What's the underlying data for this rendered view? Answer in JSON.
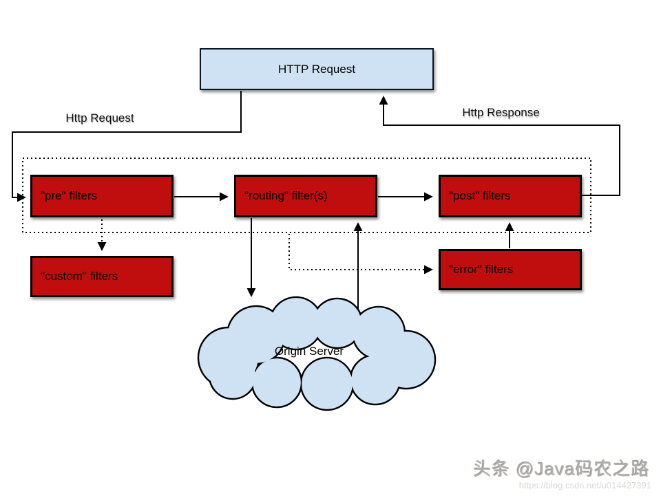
{
  "title": "Zuul filter flow diagram",
  "colors": {
    "node_fill_blue": "#cfe2f3",
    "node_fill_red": "#c00d0d",
    "node_border": "#000000",
    "connector": "#000000",
    "background": "#ffffff",
    "watermark_gray": "#b3b0ad"
  },
  "nodes": {
    "http_request": {
      "label": "HTTP Request"
    },
    "pre_filters": {
      "label": "\"pre\" filters"
    },
    "routing_filters": {
      "label": "\"routing\" filter(s)"
    },
    "post_filters": {
      "label": "\"post\" filters"
    },
    "custom_filters": {
      "label": "\"custom\" filters"
    },
    "error_filters": {
      "label": "\"error\" filters"
    },
    "origin_server": {
      "label": "Origin Server"
    }
  },
  "edge_labels": {
    "request": "Http Request",
    "response": "Http Response"
  },
  "connections": [
    {
      "from": "HTTP Request",
      "to": "\"pre\" filters",
      "label": "Http Request",
      "style": "solid"
    },
    {
      "from": "\"pre\" filters",
      "to": "\"routing\" filter(s)",
      "style": "solid"
    },
    {
      "from": "\"routing\" filter(s)",
      "to": "\"post\" filters",
      "style": "solid"
    },
    {
      "from": "\"post\" filters",
      "to": "HTTP Request",
      "label": "Http Response",
      "style": "solid"
    },
    {
      "from": "\"pre\" filters",
      "to": "\"custom\" filters",
      "style": "dotted"
    },
    {
      "from": "\"routing\" filter(s)",
      "to": "Origin Server",
      "style": "solid"
    },
    {
      "from": "Origin Server",
      "to": "\"routing\" filter(s)",
      "style": "solid"
    },
    {
      "from": "\"routing\" filter(s)",
      "to": "\"error\" filters",
      "style": "dotted"
    },
    {
      "from": "\"error\" filters",
      "to": "\"post\" filters",
      "style": "solid"
    }
  ],
  "watermark": {
    "byline": "头条 @Java码农之路",
    "url": "https://blog.csdn.net/u014427391"
  }
}
